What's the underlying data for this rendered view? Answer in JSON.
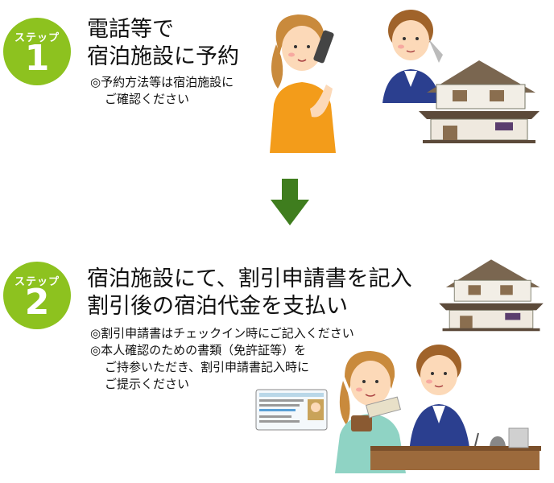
{
  "steps": [
    {
      "badge_label": "ステップ",
      "number": "1",
      "title_lines": [
        "電話等で",
        "宿泊施設に予約"
      ],
      "notes": [
        "◎予約方法等は宿泊施設に",
        "ご確認ください"
      ]
    },
    {
      "badge_label": "ステップ",
      "number": "2",
      "title_lines": [
        "宿泊施設にて、割引申請書を記入",
        "割引後の宿泊代金を支払い"
      ],
      "notes": [
        "◎割引申請書はチェックイン時にご記入ください",
        "◎本人確認のための書類（免許証等）を",
        "ご持参いただき、割引申請書記入時に",
        "ご提示ください"
      ]
    }
  ],
  "colors": {
    "badge": "#8dc21f",
    "arrow": "#3f7d1e"
  },
  "icons": [
    "down-arrow-icon",
    "woman-phone-illustration",
    "receptionist-phone-illustration",
    "inn-building-illustration",
    "license-card-illustration",
    "guest-illustration",
    "front-desk-clerk-illustration"
  ]
}
